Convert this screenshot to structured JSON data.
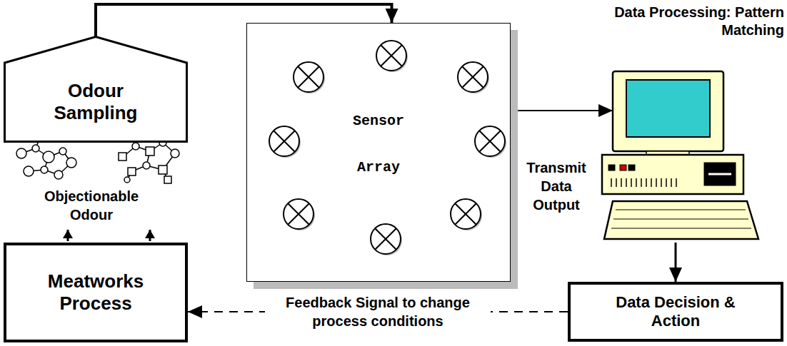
{
  "diagram": {
    "nodes": [
      {
        "text": [
          "Odour Sampling"
        ]
      },
      {
        "text": [
          "Sensor Array"
        ]
      },
      {
        "text": [
          "Data Processing: Pattern Matching"
        ]
      },
      {
        "text": [
          "Data Decision & Action"
        ]
      },
      {
        "text": [
          "Meatworks Process"
        ]
      }
    ],
    "edges": [
      {
        "from": 0,
        "to": 1,
        "arrow": "to"
      },
      {
        "from": 1,
        "to": 2,
        "arrow": "to"
      },
      {
        "from": 2,
        "to": 3,
        "arrow": "to"
      },
      {
        "from": 3,
        "to": 4,
        "label": "Feedback Signal to change process conditions",
        "arrow": "to"
      }
    ],
    "labels": [
      "Objectionable Odour",
      "Transmit Data Output"
    ]
  }
}
